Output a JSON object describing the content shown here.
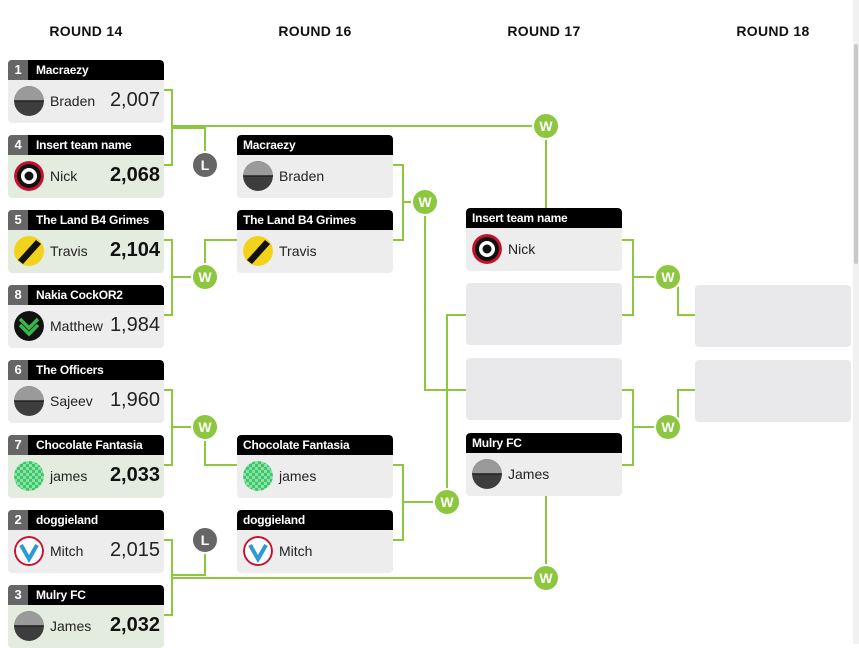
{
  "rounds": [
    "ROUND 14",
    "ROUND 16",
    "ROUND 17",
    "ROUND 18"
  ],
  "accent_color": "#8dc63f",
  "loser_color": "#666666",
  "header_color": "#000000",
  "round14": [
    {
      "seed": "1",
      "team": "Macraezy",
      "manager": "Braden",
      "score": "2,007",
      "avatar": "gray-half"
    },
    {
      "seed": "4",
      "team": "Insert team name",
      "manager": "Nick",
      "score": "2,068",
      "avatar": "target-red"
    },
    {
      "seed": "5",
      "team": "The Land B4 Grimes",
      "manager": "Travis",
      "score": "2,104",
      "avatar": "yellow-slash"
    },
    {
      "seed": "8",
      "team": "Nakia CockOR2",
      "manager": "Matthew",
      "score": "1,984",
      "avatar": "green-chevrons"
    },
    {
      "seed": "6",
      "team": "The Officers",
      "manager": "Sajeev",
      "score": "1,960",
      "avatar": "gray-half"
    },
    {
      "seed": "7",
      "team": "Chocolate Fantasia",
      "manager": "james",
      "score": "2,033",
      "avatar": "green-checker"
    },
    {
      "seed": "2",
      "team": "doggieland",
      "manager": "Mitch",
      "score": "2,015",
      "avatar": "v-red-ring"
    },
    {
      "seed": "3",
      "team": "Mulry FC",
      "manager": "James",
      "score": "2,032",
      "avatar": "gray-half"
    }
  ],
  "round16": [
    {
      "team": "Macraezy",
      "manager": "Braden",
      "avatar": "gray-half"
    },
    {
      "team": "The Land B4 Grimes",
      "manager": "Travis",
      "avatar": "yellow-slash"
    },
    {
      "team": "Chocolate Fantasia",
      "manager": "james",
      "avatar": "green-checker"
    },
    {
      "team": "doggieland",
      "manager": "Mitch",
      "avatar": "v-red-ring"
    }
  ],
  "round17": [
    {
      "team": "Insert team name",
      "manager": "Nick",
      "avatar": "target-red"
    },
    {
      "team": "Mulry FC",
      "manager": "James",
      "avatar": "gray-half"
    }
  ],
  "badges": {
    "win": "W",
    "loss": "L"
  }
}
